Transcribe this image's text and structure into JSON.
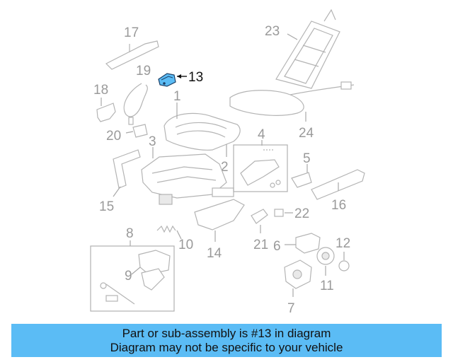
{
  "highlight_color": "#5bbcf5",
  "highlighted_callout": "13",
  "callouts": {
    "c1": "1",
    "c2": "2",
    "c3": "3",
    "c4": "4",
    "c5": "5",
    "c6": "6",
    "c7": "7",
    "c8": "8",
    "c9": "9",
    "c10": "10",
    "c11": "11",
    "c12": "12",
    "c13": "13",
    "c14": "14",
    "c15": "15",
    "c16": "16",
    "c17": "17",
    "c18": "18",
    "c19": "19",
    "c20": "20",
    "c21": "21",
    "c22": "22",
    "c23": "23",
    "c24": "24"
  },
  "banner": {
    "line1": "Part or sub-assembly is #13 in diagram",
    "line2": "Diagram may not be specific to your vehicle"
  }
}
